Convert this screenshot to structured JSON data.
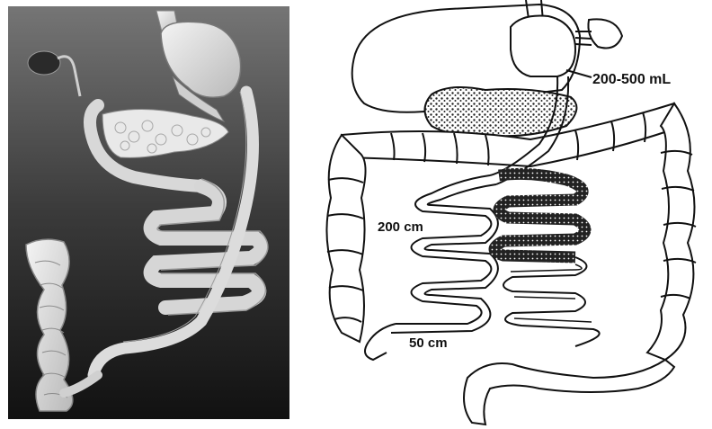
{
  "labels": {
    "volume": "200-500 mL",
    "upper_length": "200 cm",
    "lower_length": "50 cm"
  },
  "colors": {
    "left_bg_top": "#6e6e6e",
    "left_bg_bottom": "#151515",
    "organ_fill": "#e3e3e3",
    "line": "#111111"
  }
}
